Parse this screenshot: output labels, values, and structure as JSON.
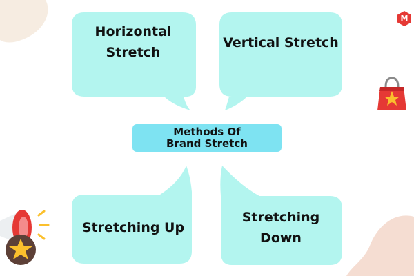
{
  "colors": {
    "bubble_fill": "#b3f5ef",
    "center_box_fill": "#7ee3f2",
    "text": "#111111",
    "blob_top_left": "#f6ece1",
    "blob_bottom_right": "#f5ddd2",
    "logo_red": "#e53935"
  },
  "diagram": {
    "center_title": "Methods Of\nBrand Stretch",
    "bubbles": {
      "top_left": "Horizontal\nStretch",
      "top_right": "Vertical Stretch",
      "bottom_left": "Stretching Up",
      "bottom_right": "Stretching\nDown"
    }
  },
  "logo": {
    "letter": "M"
  },
  "icons": {
    "shopping_bag": "shopping-bag-star-icon",
    "megaphone": "megaphone-star-icon"
  }
}
